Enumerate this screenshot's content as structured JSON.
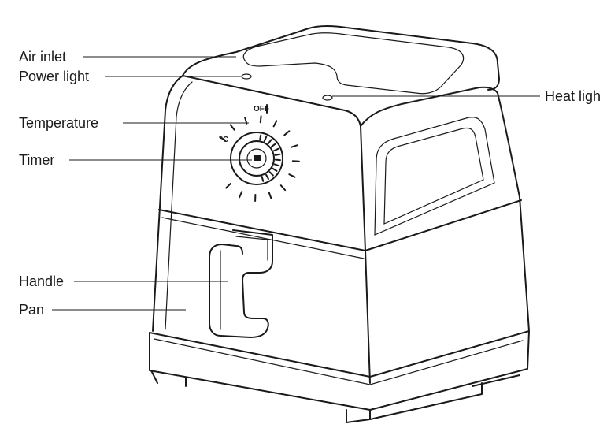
{
  "labels": {
    "air_inlet": "Air inlet",
    "power_light": "Power light",
    "temperature": "Temperature",
    "timer": "Timer",
    "handle": "Handle",
    "pan": "Pan",
    "heat_light": "Heat ligh"
  },
  "dial": {
    "off_text": "OFF",
    "unit_text": "°C"
  },
  "colors": {
    "line": "#1a1a1a",
    "background": "#ffffff"
  }
}
